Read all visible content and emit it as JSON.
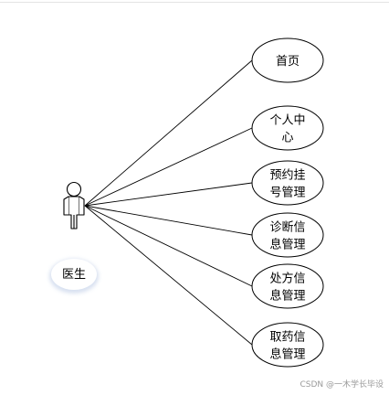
{
  "actor": {
    "name": "医生"
  },
  "use_cases": [
    {
      "id": "home",
      "lines": [
        "首页"
      ]
    },
    {
      "id": "personal-center",
      "lines": [
        "个人中",
        "心"
      ]
    },
    {
      "id": "appointment-management",
      "lines": [
        "预约挂",
        "号管理"
      ]
    },
    {
      "id": "diagnosis-info-management",
      "lines": [
        "诊断信",
        "息管理"
      ]
    },
    {
      "id": "prescription-info-management",
      "lines": [
        "处方信",
        "息管理"
      ]
    },
    {
      "id": "medicine-pickup-info-management",
      "lines": [
        "取药信",
        "息管理"
      ]
    }
  ],
  "watermark": "CSDN @一木学长毕设",
  "colors": {
    "stroke": "#000000",
    "actor_label_shadow": "#c8d4ea",
    "watermark": "#9a9a9a"
  }
}
